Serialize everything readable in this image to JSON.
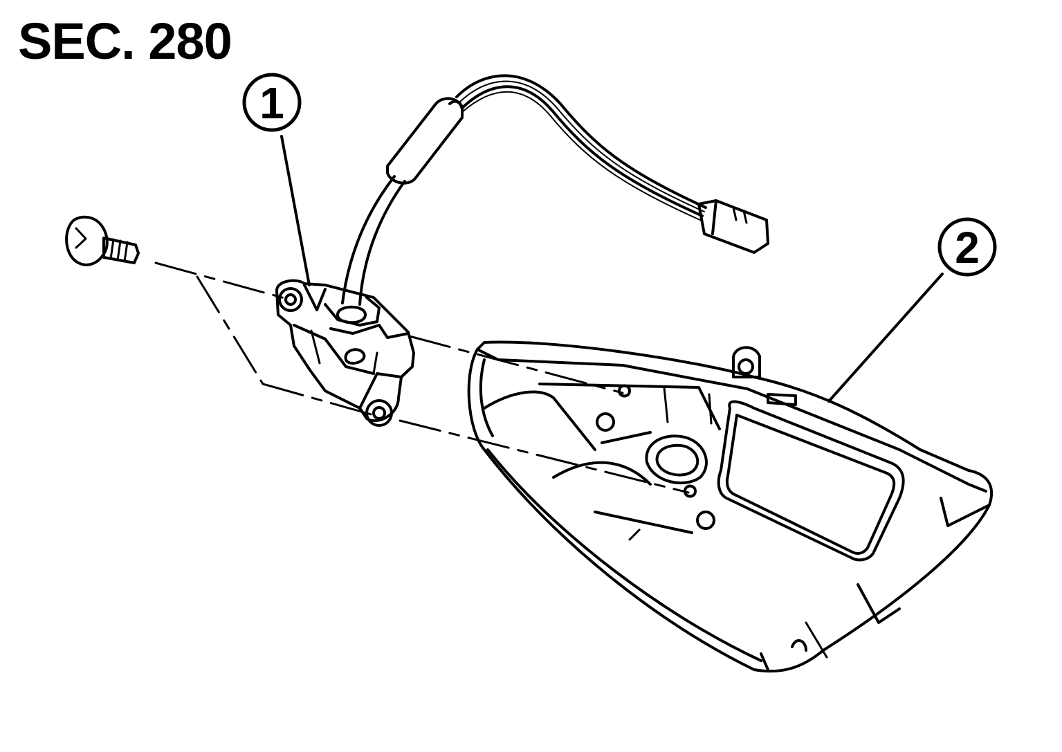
{
  "diagram": {
    "section_label": "SEC. 280",
    "callouts": [
      {
        "number": "1"
      },
      {
        "number": "2"
      }
    ]
  },
  "colors": {
    "line": "#000000",
    "background": "#ffffff"
  },
  "icons": [
    "screw-icon",
    "cable-connector-icon"
  ]
}
